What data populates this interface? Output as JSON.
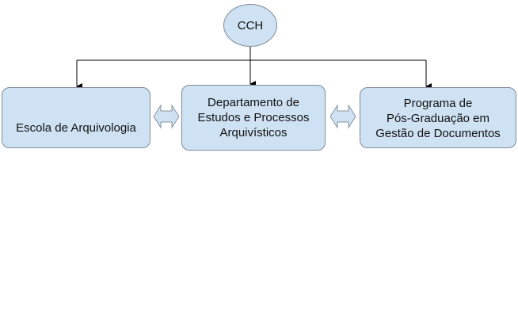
{
  "diagram": {
    "root": {
      "label": "CCH"
    },
    "children": [
      {
        "lines": [
          "Escola de Arquivologia"
        ]
      },
      {
        "lines": [
          "Departamento de",
          "Estudos e Processos",
          "Arquivísticos"
        ]
      },
      {
        "lines": [
          "Programa de",
          "Pós-Graduação em",
          "Gestão de Documentos"
        ]
      }
    ],
    "colors": {
      "fill": "#cfe2f3",
      "border": "#7f8c99",
      "connector": "#000000"
    }
  }
}
